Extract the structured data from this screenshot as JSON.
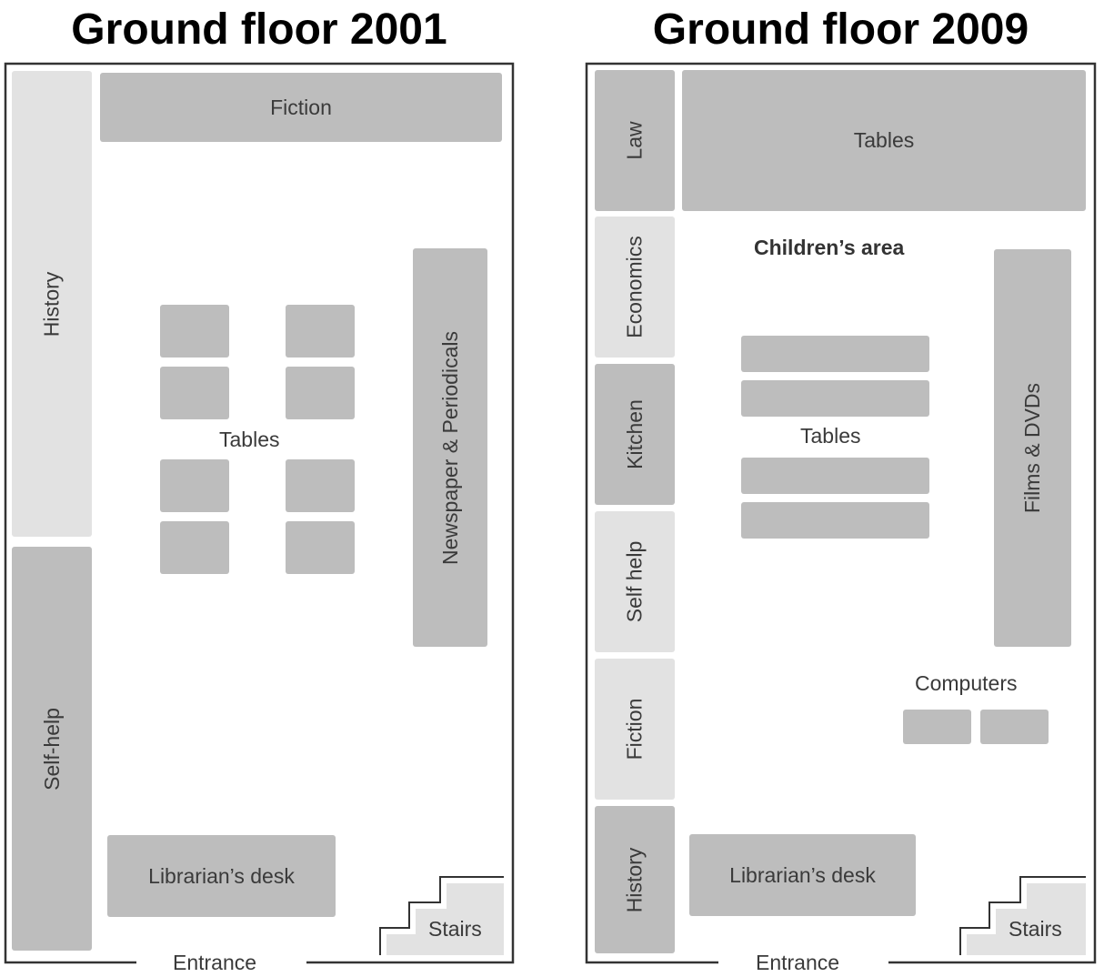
{
  "plan_2001": {
    "title": "Ground floor 2001",
    "history": "History",
    "self_help": "Self-help",
    "fiction": "Fiction",
    "tables": "Tables",
    "newspaper": "Newspaper & Periodicals",
    "librarian_desk": "Librarian’s desk",
    "stairs": "Stairs",
    "entrance": "Entrance"
  },
  "plan_2009": {
    "title": "Ground floor 2009",
    "law": "Law",
    "economics": "Economics",
    "kitchen": "Kitchen",
    "self_help": "Self help",
    "fiction": "Fiction",
    "history": "History",
    "tables_top": "Tables",
    "childrens_area": "Children’s area",
    "tables_mid": "Tables",
    "films": "Films & DVDs",
    "computers": "Computers",
    "librarian_desk": "Librarian’s desk",
    "stairs": "Stairs",
    "entrance": "Entrance"
  }
}
